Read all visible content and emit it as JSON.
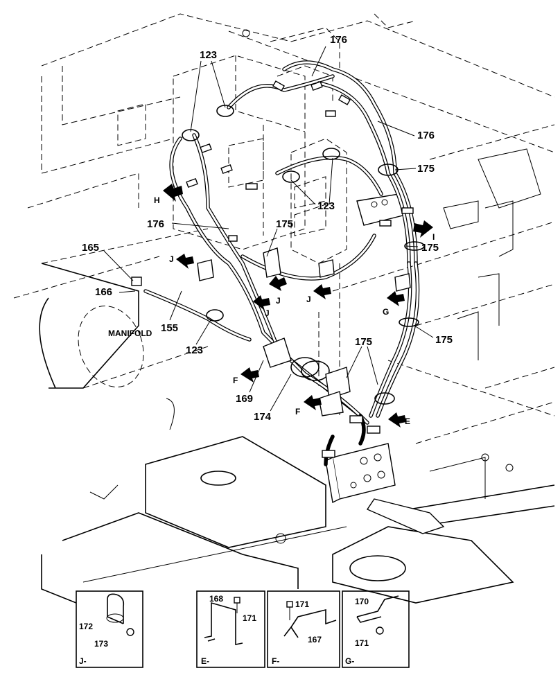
{
  "part_labels": {
    "p123_top": "123",
    "p176_top": "176",
    "p176_right": "176",
    "p175_right_top": "175",
    "p123_mid": "123",
    "p176_left": "176",
    "p175_center": "175",
    "p165": "165",
    "p175_right_mid": "175",
    "p166": "166",
    "p155": "155",
    "p123_bottom": "123",
    "p175_right_low": "175",
    "p175_lower": "175",
    "p169": "169",
    "p174": "174"
  },
  "view_arrows": {
    "H": "H",
    "I": "I",
    "J_left": "J",
    "J_center": "J",
    "J_lower": "J",
    "J_right": "J",
    "G": "G",
    "F_left": "F",
    "F_lower": "F",
    "E": "E"
  },
  "callouts": {
    "manifold": "MANIFOLD"
  },
  "detail_boxes": [
    {
      "view": "J-",
      "parts": [
        "172",
        "173"
      ]
    },
    {
      "view": "E-",
      "parts": [
        "168",
        "171"
      ]
    },
    {
      "view": "F-",
      "parts": [
        "171",
        "167"
      ]
    },
    {
      "view": "G-",
      "parts": [
        "170",
        "171"
      ]
    }
  ]
}
